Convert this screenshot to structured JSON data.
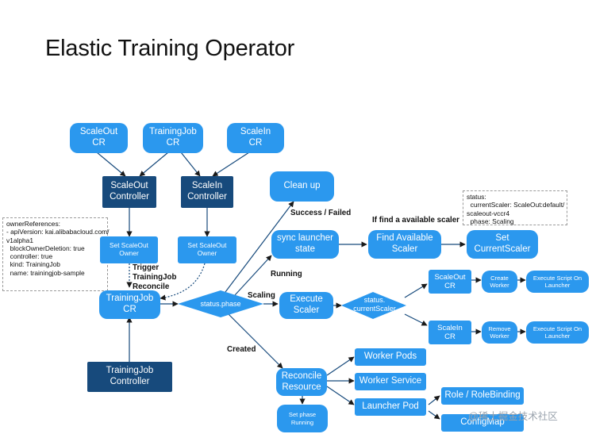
{
  "title": "Elastic Training Operator",
  "nodes": {
    "scaleout_cr": "ScaleOut\nCR",
    "trainingjob_cr_top": "TrainingJob\nCR",
    "scalein_cr_top": "ScaleIn\nCR",
    "scaleout_controller": "ScaleOut\nController",
    "scalein_controller": "ScaleIn\nController",
    "set_scaleout_owner": "Set ScaleOut\nOwner",
    "set_scalein_owner": "Set ScaleOut\nOwner",
    "trainingjob_cr": "TrainingJob\nCR",
    "trainingjob_controller": "TrainingJob\nController",
    "status_phase": "status.phase",
    "clean_up": "Clean up",
    "sync_launcher": "sync launcher\nstate",
    "find_scaler": "Find Available\nScaler",
    "set_current_scaler": "Set\nCurrentScaler",
    "execute_scaler": "Execute\nScaler",
    "status_current_scaler": "status.\ncurrentScaler",
    "branch_scaleout_cr": "ScaleOut\nCR",
    "branch_scalein_cr": "ScaleIn\nCR",
    "create_worker": "Create\nWorker",
    "remove_worker": "Remove\nWorker",
    "exec_script_1": "Execute Script On\nLauncher",
    "exec_script_2": "Execute Script On\nLauncher",
    "reconcile_resource": "Reconcile\nResource",
    "set_phase_running": "Set phase\nRunning",
    "worker_pods": "Worker Pods",
    "worker_service": "Worker Service",
    "launcher_pod": "Launcher Pod",
    "role_binding": "Role / RoleBinding",
    "configmap": "ConfigMap"
  },
  "labels": {
    "trigger": "Trigger\nTrainingJob\nReconcile",
    "success_failed": "Success / Failed",
    "running": "Running",
    "scaling": "Scaling",
    "created": "Created",
    "if_find": "If find a available scaler"
  },
  "notes": {
    "owner_refs": "ownerReferences:\n- apiVersion: kai.alibabacloud.com/\nv1alpha1\n  blockOwnerDeletion: true\n  controller: true\n  kind: TrainingJob\n  name: trainingjob-sample",
    "status_note": "status:\n  currentScaler: ScaleOut:default/\nscaleout-vccr4\n  phase: Scaling"
  },
  "watermark": "@稀土掘金技术社区",
  "colors": {
    "light": "#2b98ee",
    "dark": "#174a7c",
    "line": "#174a7c"
  }
}
